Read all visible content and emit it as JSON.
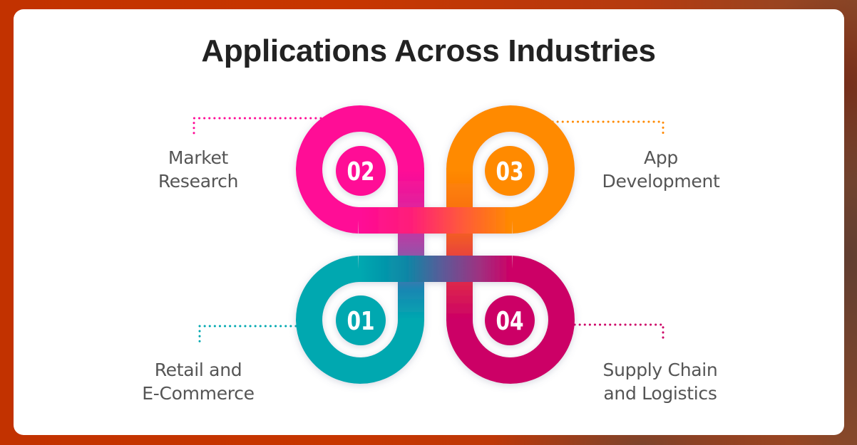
{
  "title": "Applications Across Industries",
  "colors": {
    "pink": "#FF0A96",
    "orange": "#FF8A00",
    "teal": "#00A8B0",
    "crimson": "#CC0066",
    "title_text": "#222222",
    "label_text": "#555555",
    "card_bg": "#FFFFFF",
    "page_bg": "#C23200"
  },
  "items": [
    {
      "number": "01",
      "label_line1": "Retail and",
      "label_line2": "E-Commerce",
      "color": "teal",
      "position": "bottom-left",
      "icon": "numbered-badge"
    },
    {
      "number": "02",
      "label_line1": "Market",
      "label_line2": "Research",
      "color": "pink",
      "position": "top-left",
      "icon": "numbered-badge"
    },
    {
      "number": "03",
      "label_line1": "App",
      "label_line2": "Development",
      "color": "orange",
      "position": "top-right",
      "icon": "numbered-badge"
    },
    {
      "number": "04",
      "label_line1": "Supply Chain",
      "label_line2": "and Logistics",
      "color": "crimson",
      "position": "bottom-right",
      "icon": "numbered-badge"
    }
  ]
}
